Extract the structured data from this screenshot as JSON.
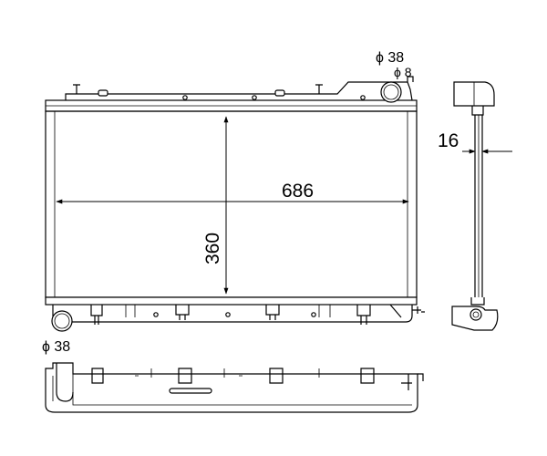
{
  "dimensions": {
    "width": "686",
    "height": "360",
    "thickness": "16",
    "inlet_diameter": "ϕ 38",
    "bleed_diameter": "ϕ 8",
    "outlet_diameter": "ϕ 38"
  },
  "colors": {
    "line": "#000000",
    "background": "#ffffff"
  }
}
